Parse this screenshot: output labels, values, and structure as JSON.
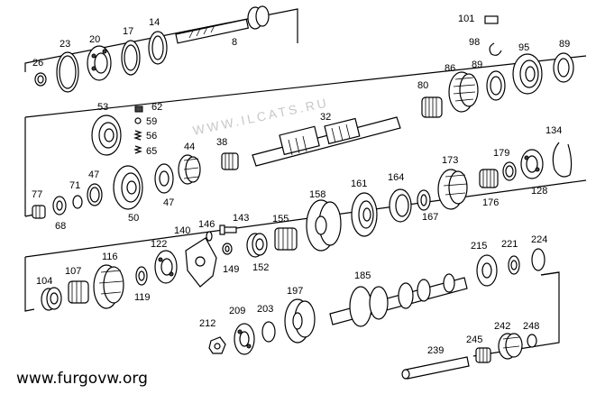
{
  "watermark": "WWW.ILCATS.RU",
  "footer": "www.furgovw.org",
  "parts": [
    {
      "id": "p8",
      "label": "8"
    },
    {
      "id": "p14",
      "label": "14"
    },
    {
      "id": "p17",
      "label": "17"
    },
    {
      "id": "p20",
      "label": "20"
    },
    {
      "id": "p23",
      "label": "23"
    },
    {
      "id": "p26",
      "label": "26"
    },
    {
      "id": "p101",
      "label": "101"
    },
    {
      "id": "p98",
      "label": "98"
    },
    {
      "id": "p95",
      "label": "95"
    },
    {
      "id": "p89a",
      "label": "89"
    },
    {
      "id": "p86",
      "label": "86"
    },
    {
      "id": "p89b",
      "label": "89"
    },
    {
      "id": "p80",
      "label": "80"
    },
    {
      "id": "p32",
      "label": "32"
    },
    {
      "id": "p53",
      "label": "53"
    },
    {
      "id": "p62",
      "label": "62"
    },
    {
      "id": "p59",
      "label": "59"
    },
    {
      "id": "p56",
      "label": "56"
    },
    {
      "id": "p65",
      "label": "65"
    },
    {
      "id": "p44",
      "label": "44"
    },
    {
      "id": "p38",
      "label": "38"
    },
    {
      "id": "p134",
      "label": "134"
    },
    {
      "id": "p179",
      "label": "179"
    },
    {
      "id": "p173",
      "label": "173"
    },
    {
      "id": "p164",
      "label": "164"
    },
    {
      "id": "p161",
      "label": "161"
    },
    {
      "id": "p158",
      "label": "158"
    },
    {
      "id": "p128",
      "label": "128"
    },
    {
      "id": "p176",
      "label": "176"
    },
    {
      "id": "p167",
      "label": "167"
    },
    {
      "id": "p77",
      "label": "77"
    },
    {
      "id": "p71",
      "label": "71"
    },
    {
      "id": "p47a",
      "label": "47"
    },
    {
      "id": "p47b",
      "label": "47"
    },
    {
      "id": "p50",
      "label": "50"
    },
    {
      "id": "p68",
      "label": "68"
    },
    {
      "id": "p146",
      "label": "146"
    },
    {
      "id": "p143",
      "label": "143"
    },
    {
      "id": "p140",
      "label": "140"
    },
    {
      "id": "p155",
      "label": "155"
    },
    {
      "id": "p149",
      "label": "149"
    },
    {
      "id": "p152",
      "label": "152"
    },
    {
      "id": "p116",
      "label": "116"
    },
    {
      "id": "p122",
      "label": "122"
    },
    {
      "id": "p107",
      "label": "107"
    },
    {
      "id": "p104",
      "label": "104"
    },
    {
      "id": "p119",
      "label": "119"
    },
    {
      "id": "p215",
      "label": "215"
    },
    {
      "id": "p221",
      "label": "221"
    },
    {
      "id": "p224",
      "label": "224"
    },
    {
      "id": "p185",
      "label": "185"
    },
    {
      "id": "p197",
      "label": "197"
    },
    {
      "id": "p209",
      "label": "209"
    },
    {
      "id": "p203",
      "label": "203"
    },
    {
      "id": "p212",
      "label": "212"
    },
    {
      "id": "p242",
      "label": "242"
    },
    {
      "id": "p248",
      "label": "248"
    },
    {
      "id": "p245",
      "label": "245"
    },
    {
      "id": "p239",
      "label": "239"
    }
  ]
}
